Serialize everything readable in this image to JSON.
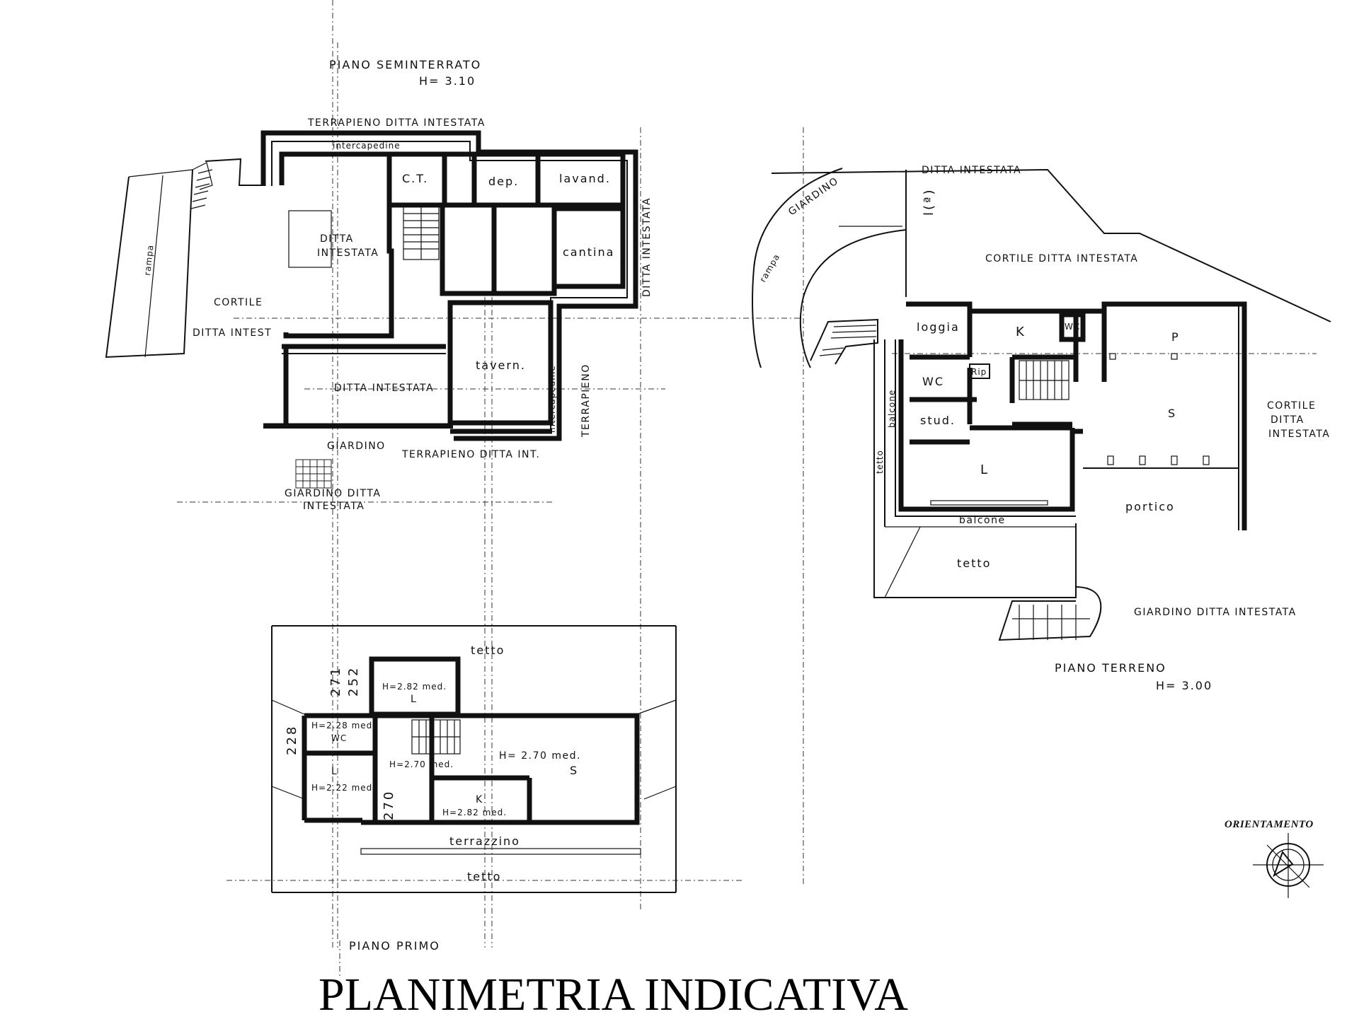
{
  "title": "PLANIMETRIA INDICATIVA",
  "orientation_label": "ORIENTAMENTO",
  "basement": {
    "title": "PIANO SEMINTERRATO",
    "height": "H= 3.10",
    "labels": {
      "terrapieno_top": "TERRAPIENO   DITTA INTESTATA",
      "intercapedine_top": "intercapedine",
      "ct": "C.T.",
      "dep": "dep.",
      "lavand": "lavand.",
      "ditta_intestata_main": "DITTA",
      "ditta_intestata_main2": "INTESTATA",
      "cantina": "cantina",
      "ditta_intestata_right": "DITTA INTESTATA",
      "rampa": "rampa",
      "cortile": "CORTILE",
      "ditta_intest": "DITTA INTEST",
      "ditta_intestata_lower": "DITTA INTESTATA",
      "tavern": "tavern.",
      "terrapieno_right": "TERRAPIENO",
      "intercapedine_right": "intercapedine",
      "giardino": "GIARDINO",
      "terrapieno_bottom": "TERRAPIENO DITTA INT.",
      "giardino_ditta": "GIARDINO DITTA",
      "intestata": "INTESTATA"
    }
  },
  "ground": {
    "title": "PIANO TERRENO",
    "height": "H= 3.00",
    "labels": {
      "ditta_intestata_top": "DITTA   INTESTATA",
      "giardino": "GIARDINO",
      "rampa": "rampa",
      "note": "l(ª)",
      "cortile_top": "CORTILE DITTA INTESTATA",
      "loggia": "loggia",
      "k": "K",
      "wc_small": "WC",
      "p": "P",
      "wc": "WC",
      "rip": "Rip",
      "balcone_side": "balcone",
      "studio": "stud.",
      "s": "S",
      "cortile_right_1": "CORTILE",
      "cortile_right_2": "DITTA",
      "cortile_right_3": "INTESTATA",
      "tetto_side": "tetto",
      "l": "L",
      "portico": "portico",
      "balcone": "balcone",
      "tetto": "tetto",
      "giardino_bottom": "GIARDINO DITTA INTESTATA"
    }
  },
  "first": {
    "title": "PIANO PRIMO",
    "labels": {
      "tetto_top": "tetto",
      "h_l_room": "H=2.82 med.",
      "l_top": "L",
      "dim_top": "252",
      "dim_top2": "271",
      "h_wc": "H=2.28 med",
      "wc": "WC",
      "dim_left": "228",
      "h_s": "H= 2.70 med.",
      "s": "S",
      "l": "L",
      "h_l": "H=2.22 med.",
      "h_mid": "H=2.70 med.",
      "dim_mid": "270",
      "k": "K",
      "h_k": "H=2.82 med.",
      "terrazzino": "terrazzino",
      "tetto_bottom": "tetto"
    }
  }
}
